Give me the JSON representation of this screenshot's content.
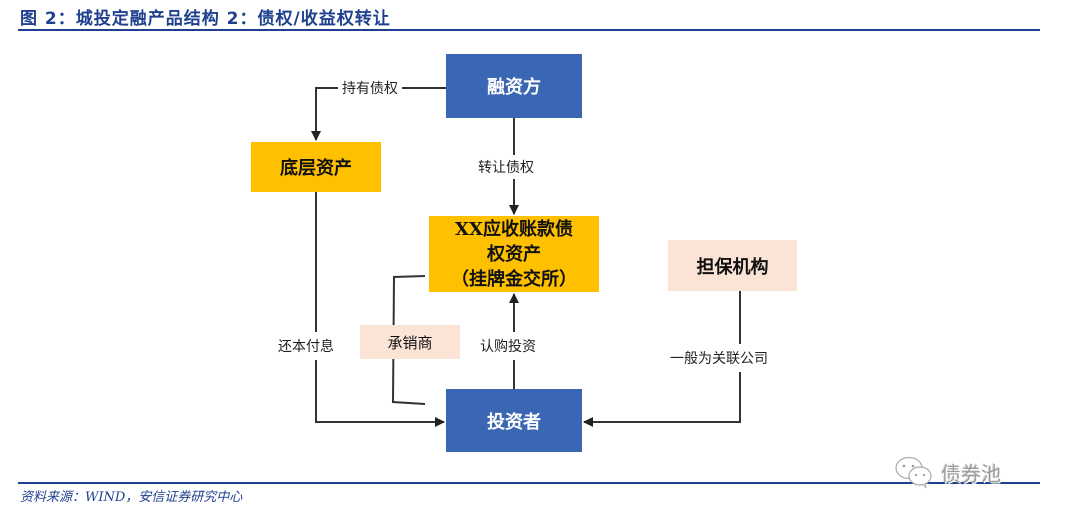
{
  "figure": {
    "title": "图 2：城投定融产品结构 2：债权/收益权转让",
    "source": "资料来源：WIND，安信证券研究中心",
    "brand_logo": {
      "icon": "wechat-icon",
      "text": "债券池"
    }
  },
  "colors": {
    "accent_blue": "#1f3f8f",
    "box_blue": "#3a66b4",
    "box_yellow": "#ffc000",
    "box_peach": "#fbe4d6",
    "line": "#333333"
  },
  "nodes": {
    "financier": "融资方",
    "underlying_assets": "底层资产",
    "receivables_asset": {
      "line1": "XX应收账款债",
      "line2": "权资产",
      "line3": "（挂牌金交所）"
    },
    "guarantor": "担保机构",
    "underwriter": "承销商",
    "investor": "投资者"
  },
  "edges": {
    "hold_claim": "持有债权",
    "transfer_claim": "转让债权",
    "repay_principal_interest": "还本付息",
    "subscribe_invest": "认购投资",
    "related_company": "一般为关联公司"
  }
}
